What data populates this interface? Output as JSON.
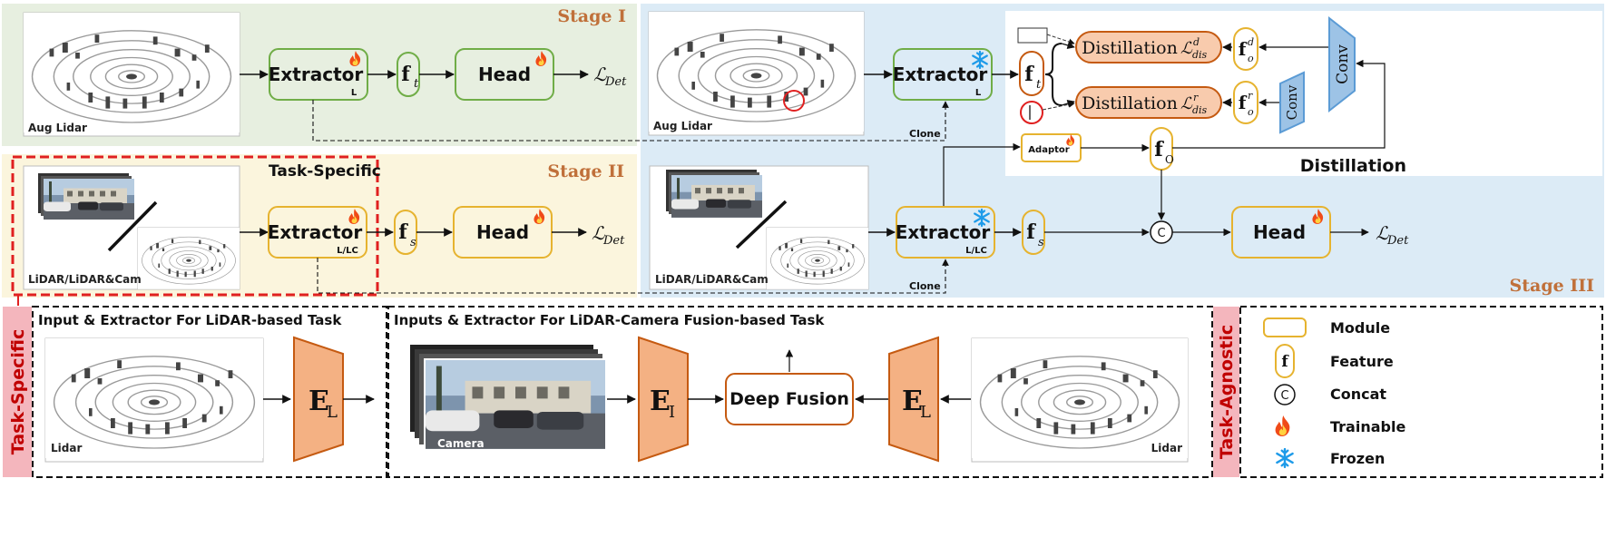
{
  "colors": {
    "stage1_bg": "#e7efe0",
    "stage2_bg": "#fbf5dd",
    "stage3_bg": "#dcebf6",
    "green_border": "#70ad47",
    "yellow_border": "#e6b32f",
    "orange_border": "#c55a11",
    "orange_fill": "#f4b183",
    "peach_fill": "#f8cbad",
    "blue_trap": "#9dc3e6",
    "blue_trap_border": "#5b9bd5",
    "stage_title": "#c0703a",
    "red_dash": "#e02020",
    "pink_label_bg": "#f4b6bd",
    "pink_label_text": "#c00000",
    "fire": "#f04a18",
    "snow": "#1e9be9"
  },
  "stage1": {
    "title": "Stage I",
    "image_caption": "Aug Lidar",
    "extractor": "Extractor",
    "extractor_sub": "L",
    "feature": "f",
    "feature_sub": "t",
    "head": "Head",
    "loss": "ℒ",
    "loss_sub": "Det"
  },
  "stage2": {
    "title": "Stage II",
    "task_specific_label": "Task-Specific",
    "image_caption": "LiDAR/LiDAR&Cam",
    "extractor": "Extractor",
    "extractor_sub": "L/LC",
    "feature": "f",
    "feature_sub": "s",
    "head": "Head",
    "loss": "ℒ",
    "loss_sub": "Det"
  },
  "stage3": {
    "title": "Stage III",
    "image_caption_top": "Aug Lidar",
    "image_caption_bottom": "LiDAR/LiDAR&Cam",
    "extractor": "Extractor",
    "extractor_sub_top": "L",
    "extractor_sub_bottom": "L/LC",
    "clone_top": "Clone",
    "clone_bottom": "Clone",
    "feature_t": "f",
    "feature_t_sub": "t",
    "feature_s": "f",
    "feature_s_sub": "s",
    "feature_o": "f",
    "feature_o_sub": "O",
    "adaptor": "Adaptor",
    "concat": "C",
    "head": "Head",
    "loss": "ℒ",
    "loss_sub": "Det"
  },
  "distillation": {
    "title": "Distillation",
    "box_label_1": "Distillation",
    "loss_1_sup": "d",
    "loss_1_sub": "dis",
    "box_label_2": "Distillation",
    "loss_2_sup": "r",
    "loss_2_sub": "dis",
    "loss_symbol": "ℒ",
    "fo_d_sup": "d",
    "fo_r_sup": "r",
    "fo_base": "f",
    "fo_sub": "o",
    "conv_large": "Conv",
    "conv_small": "Conv"
  },
  "bottom": {
    "side_label_left": "Task-Specific",
    "side_label_right": "Task-Agnostic",
    "lidar_task_title": "Input & Extractor For LiDAR-based Task",
    "fusion_task_title": "Inputs & Extractor For LiDAR-Camera Fusion-based Task",
    "lidar_caption_left": "Lidar",
    "lidar_caption_right": "Lidar",
    "camera_caption": "Camera",
    "encoder_base": "E",
    "encoder_l_sub": "L",
    "encoder_i_sub": "I",
    "deep_fusion": "Deep Fusion"
  },
  "legend": {
    "module": "Module",
    "feature": "Feature",
    "feature_symbol": "f",
    "concat": "Concat",
    "concat_symbol": "C",
    "trainable": "Trainable",
    "frozen": "Frozen"
  }
}
